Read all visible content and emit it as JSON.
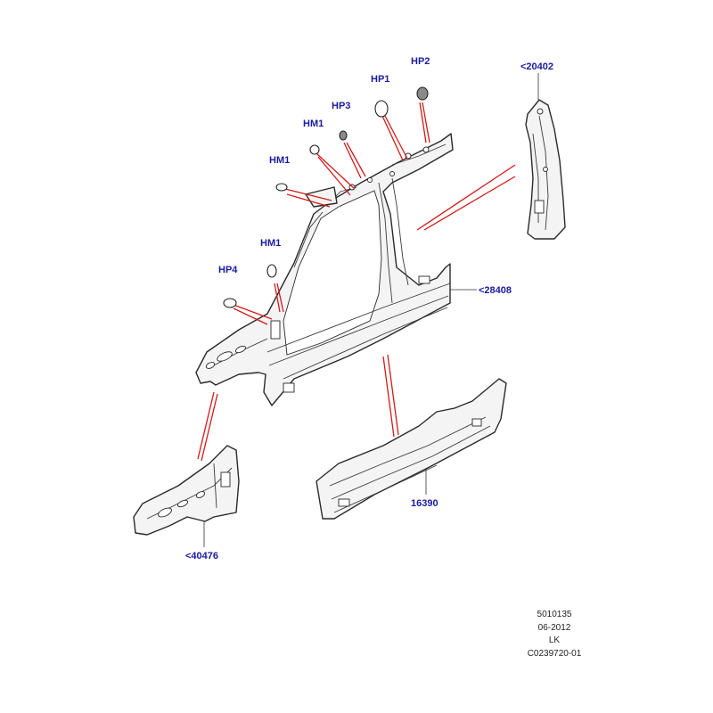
{
  "callouts": {
    "hp1": "HP1",
    "hp2": "HP2",
    "hp3": "HP3",
    "hp4": "HP4",
    "hm1_top": "HM1",
    "hm1_mid": "HM1",
    "hm1_low": "HM1",
    "part_20402": "<20402",
    "part_28408": "<28408",
    "part_40476": "<40476",
    "part_16390": "16390"
  },
  "reference_block": {
    "line1": "5010135",
    "line2": "06-2012",
    "line3": "LK",
    "line4": "C0239720-01"
  },
  "colors": {
    "callout_text": "#1a1aa0",
    "leader_lines": "#d41a1a",
    "part_outline": "#2a2a2a"
  }
}
